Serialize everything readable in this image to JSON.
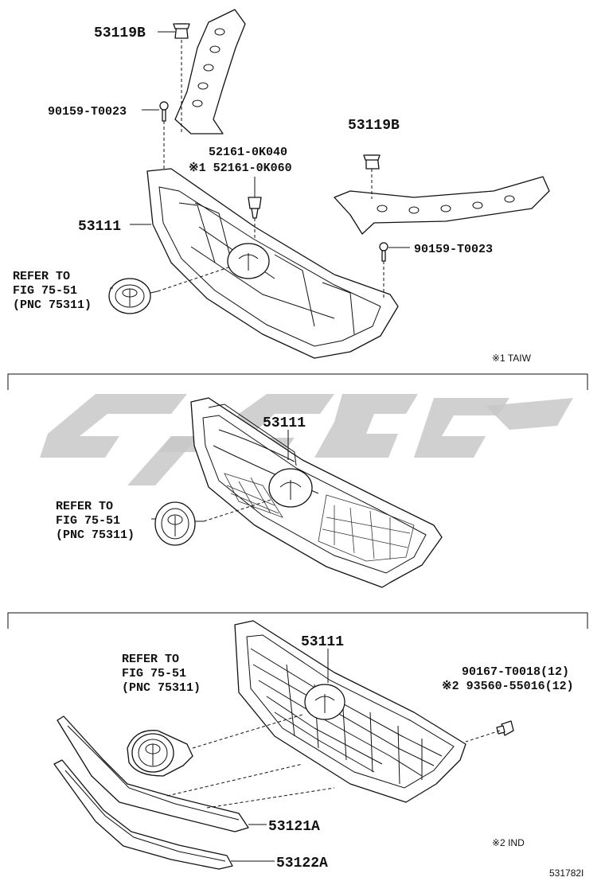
{
  "section1": {
    "label_53119b_top": "53119B",
    "label_90159_left": "90159-T0023",
    "label_52161_a": "52161-0K040",
    "label_52161_b": "※1 52161-0K060",
    "label_53111": "53111",
    "label_53119b_right": "53119B",
    "label_90159_right": "90159-T0023",
    "refer": [
      "REFER TO",
      "FIG 75-51",
      "(PNC 75311)"
    ],
    "note": "※1 TAIW"
  },
  "section2": {
    "label_53111": "53111",
    "refer": [
      "REFER TO",
      "FIG 75-51",
      "(PNC 75311)"
    ]
  },
  "section3": {
    "label_53111": "53111",
    "refer": [
      "REFER TO",
      "FIG 75-51",
      "(PNC 75311)"
    ],
    "label_90167": "90167-T0018(12)",
    "label_93560": "※2 93560-55016(12)",
    "label_53121a": "53121A",
    "label_53122a": "53122A",
    "note": "※2 IND"
  },
  "footer": {
    "diagram_id": "531782I"
  }
}
